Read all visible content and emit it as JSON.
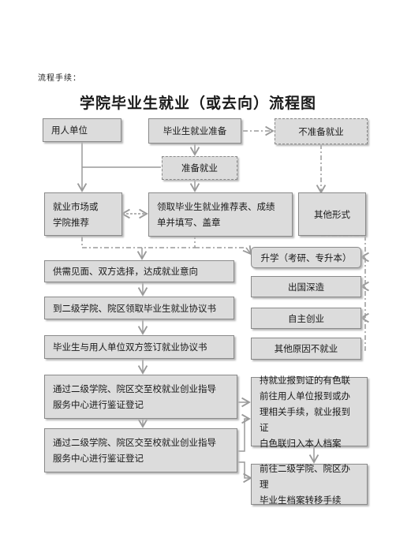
{
  "header": {
    "procedure_label": "流程手续："
  },
  "title": "学院毕业生就业（或去向）流程图",
  "boxes": {
    "employer": "用人单位",
    "grad_prep": "毕业生就业准备",
    "not_prep": "不准备就业",
    "prep_employment": "准备就业",
    "job_market": "就业市场或\n学院推荐",
    "collect_forms": "领取毕业生就业推荐表、成绩\n单并填写、盖章",
    "other_forms": "其他形式",
    "supply_demand": "供需见面、双方选择，达成就业意向",
    "get_agreement": "到二级学院、院区领取毕业生就业协议书",
    "sign_agreement": "毕业生与用人单位双方签订就业协议书",
    "verify_1": "通过二级学院、院区交至校就业创业指导\n服务中心进行鉴证登记",
    "verify_2": "通过二级学院、院区交至校就业创业指导\n服务中心进行鉴证登记",
    "further_study": "升学（考研、专升本）",
    "study_abroad": "出国深造",
    "self_employ": "自主创业",
    "other_reasons": "其他原因不就业",
    "report_card": "持就业报到证的有色联\n前往用人单位报到或办\n理相关手续，就业报到证\n白色联归入本人档案",
    "archive_transfer": "前往二级学院、院区办理\n毕业生档案转移手续"
  },
  "colors": {
    "box_fill": "#dcdcdc",
    "box_border": "#8a8a8a",
    "line": "#9a9a9a"
  }
}
